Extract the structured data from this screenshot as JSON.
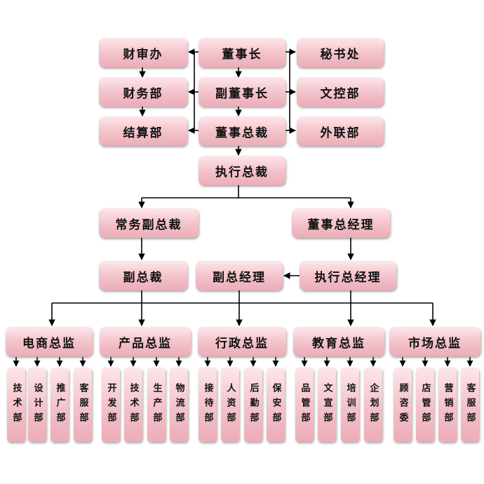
{
  "board": {
    "finance_office": "财审办",
    "finance_dept": "财务部",
    "settlement_dept": "结算部",
    "chairman": "董事长",
    "vice_chairman": "副董事长",
    "board_president": "董事总裁",
    "secretariat": "秘书处",
    "doc_control": "文控部",
    "external_affairs": "外联部"
  },
  "executive": {
    "executive_president": "执行总裁",
    "exec_vice_president": "常务副总裁",
    "board_gm": "董事总经理",
    "vice_president": "副总裁",
    "deputy_gm": "副总经理",
    "executive_gm": "执行总经理"
  },
  "directors": [
    {
      "title": "电商总监",
      "departments": [
        "技术部",
        "设计部",
        "推广部",
        "客服部"
      ]
    },
    {
      "title": "产品总监",
      "departments": [
        "开发部",
        "技术部",
        "生产部",
        "物流部"
      ]
    },
    {
      "title": "行政总监",
      "departments": [
        "接待部",
        "人资部",
        "后勤部",
        "保安部"
      ]
    },
    {
      "title": "教育总监",
      "departments": [
        "品管部",
        "文宣部",
        "培训部",
        "企划部"
      ]
    },
    {
      "title": "市场总监",
      "departments": [
        "顾咨委",
        "店管部",
        "营销部",
        "客服部"
      ]
    }
  ]
}
